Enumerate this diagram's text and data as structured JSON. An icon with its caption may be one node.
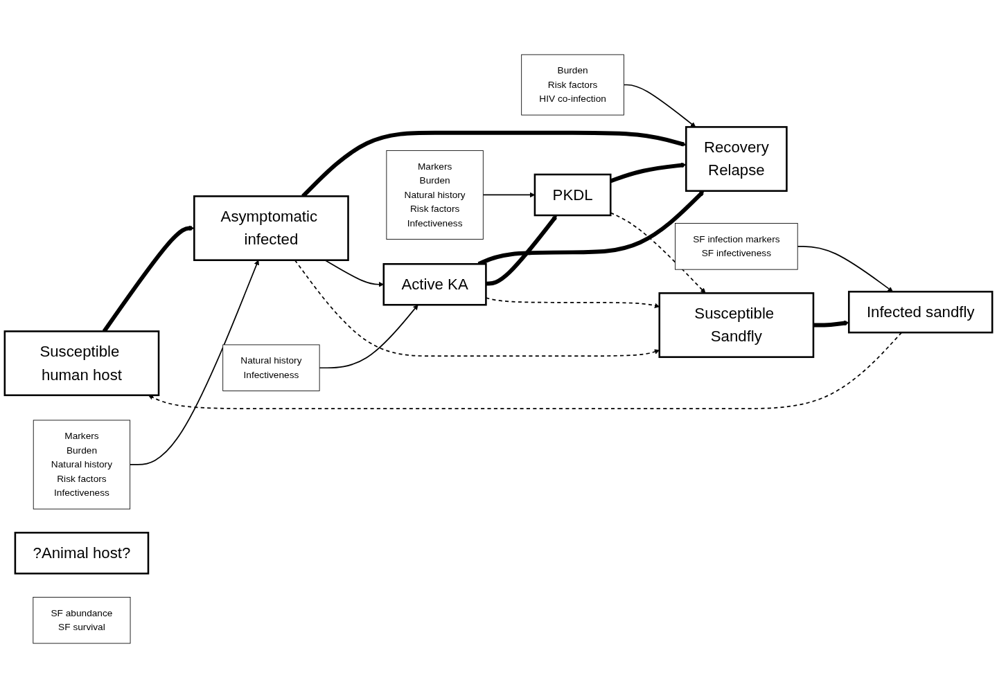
{
  "diagram": {
    "nodes": [
      {
        "text": [
          "Susceptible human host"
        ]
      },
      {
        "text": [
          "Asymptomatic infected"
        ]
      },
      {
        "text": [
          "Markers",
          "Burden",
          "Natural history",
          "Risk factors",
          "Infectiveness"
        ]
      },
      {
        "text": [
          "Recovery",
          "Relapse"
        ]
      },
      {
        "text": [
          "Burden",
          "Risk factors",
          "HIV co-infection"
        ]
      },
      {
        "text": [
          "Active KA"
        ]
      },
      {
        "text": [
          "PKDL"
        ]
      },
      {
        "text": [
          "Natural history",
          "Infectiveness"
        ]
      },
      {
        "text": [
          "Markers",
          "Burden",
          "Natural history",
          "Risk factors",
          "Infectiveness"
        ]
      },
      {
        "text": [
          "?Animal host?"
        ]
      },
      {
        "text": [
          "SF infection markers",
          "SF infectiveness"
        ]
      },
      {
        "text": [
          "Infected sandfly"
        ]
      },
      {
        "text": [
          "Susceptible Sandfly"
        ]
      },
      {
        "text": [
          "SF abundance",
          "SF survival"
        ]
      }
    ],
    "edges": [
      {
        "from": 0,
        "to": 1,
        "arrow": "to",
        "style": "thick"
      },
      {
        "from": 1,
        "to": 3,
        "arrow": "to",
        "style": "thick"
      },
      {
        "from": 1,
        "to": 5,
        "arrow": "to"
      },
      {
        "from": 5,
        "to": 3,
        "arrow": "to",
        "style": "thick"
      },
      {
        "from": 6,
        "to": 3,
        "arrow": "to",
        "style": "thick"
      },
      {
        "from": 5,
        "to": 6,
        "arrow": "to",
        "style": "thick"
      },
      {
        "from": 2,
        "to": 1,
        "arrow": "to"
      },
      {
        "from": 4,
        "to": 3,
        "arrow": "to"
      },
      {
        "from": 7,
        "to": 5,
        "arrow": "to"
      },
      {
        "from": 8,
        "to": 6,
        "arrow": "to"
      },
      {
        "from": 1,
        "to": 12,
        "arrow": "to",
        "style": "dashed"
      },
      {
        "from": 5,
        "to": 12,
        "arrow": "to",
        "style": "dashed"
      },
      {
        "from": 6,
        "to": 12,
        "arrow": "to",
        "style": "dashed"
      },
      {
        "from": 11,
        "to": 0,
        "arrow": "to",
        "style": "dashed"
      },
      {
        "from": 12,
        "to": 11,
        "arrow": "to",
        "style": "thick"
      },
      {
        "from": 10,
        "to": 11,
        "arrow": "to"
      }
    ]
  }
}
